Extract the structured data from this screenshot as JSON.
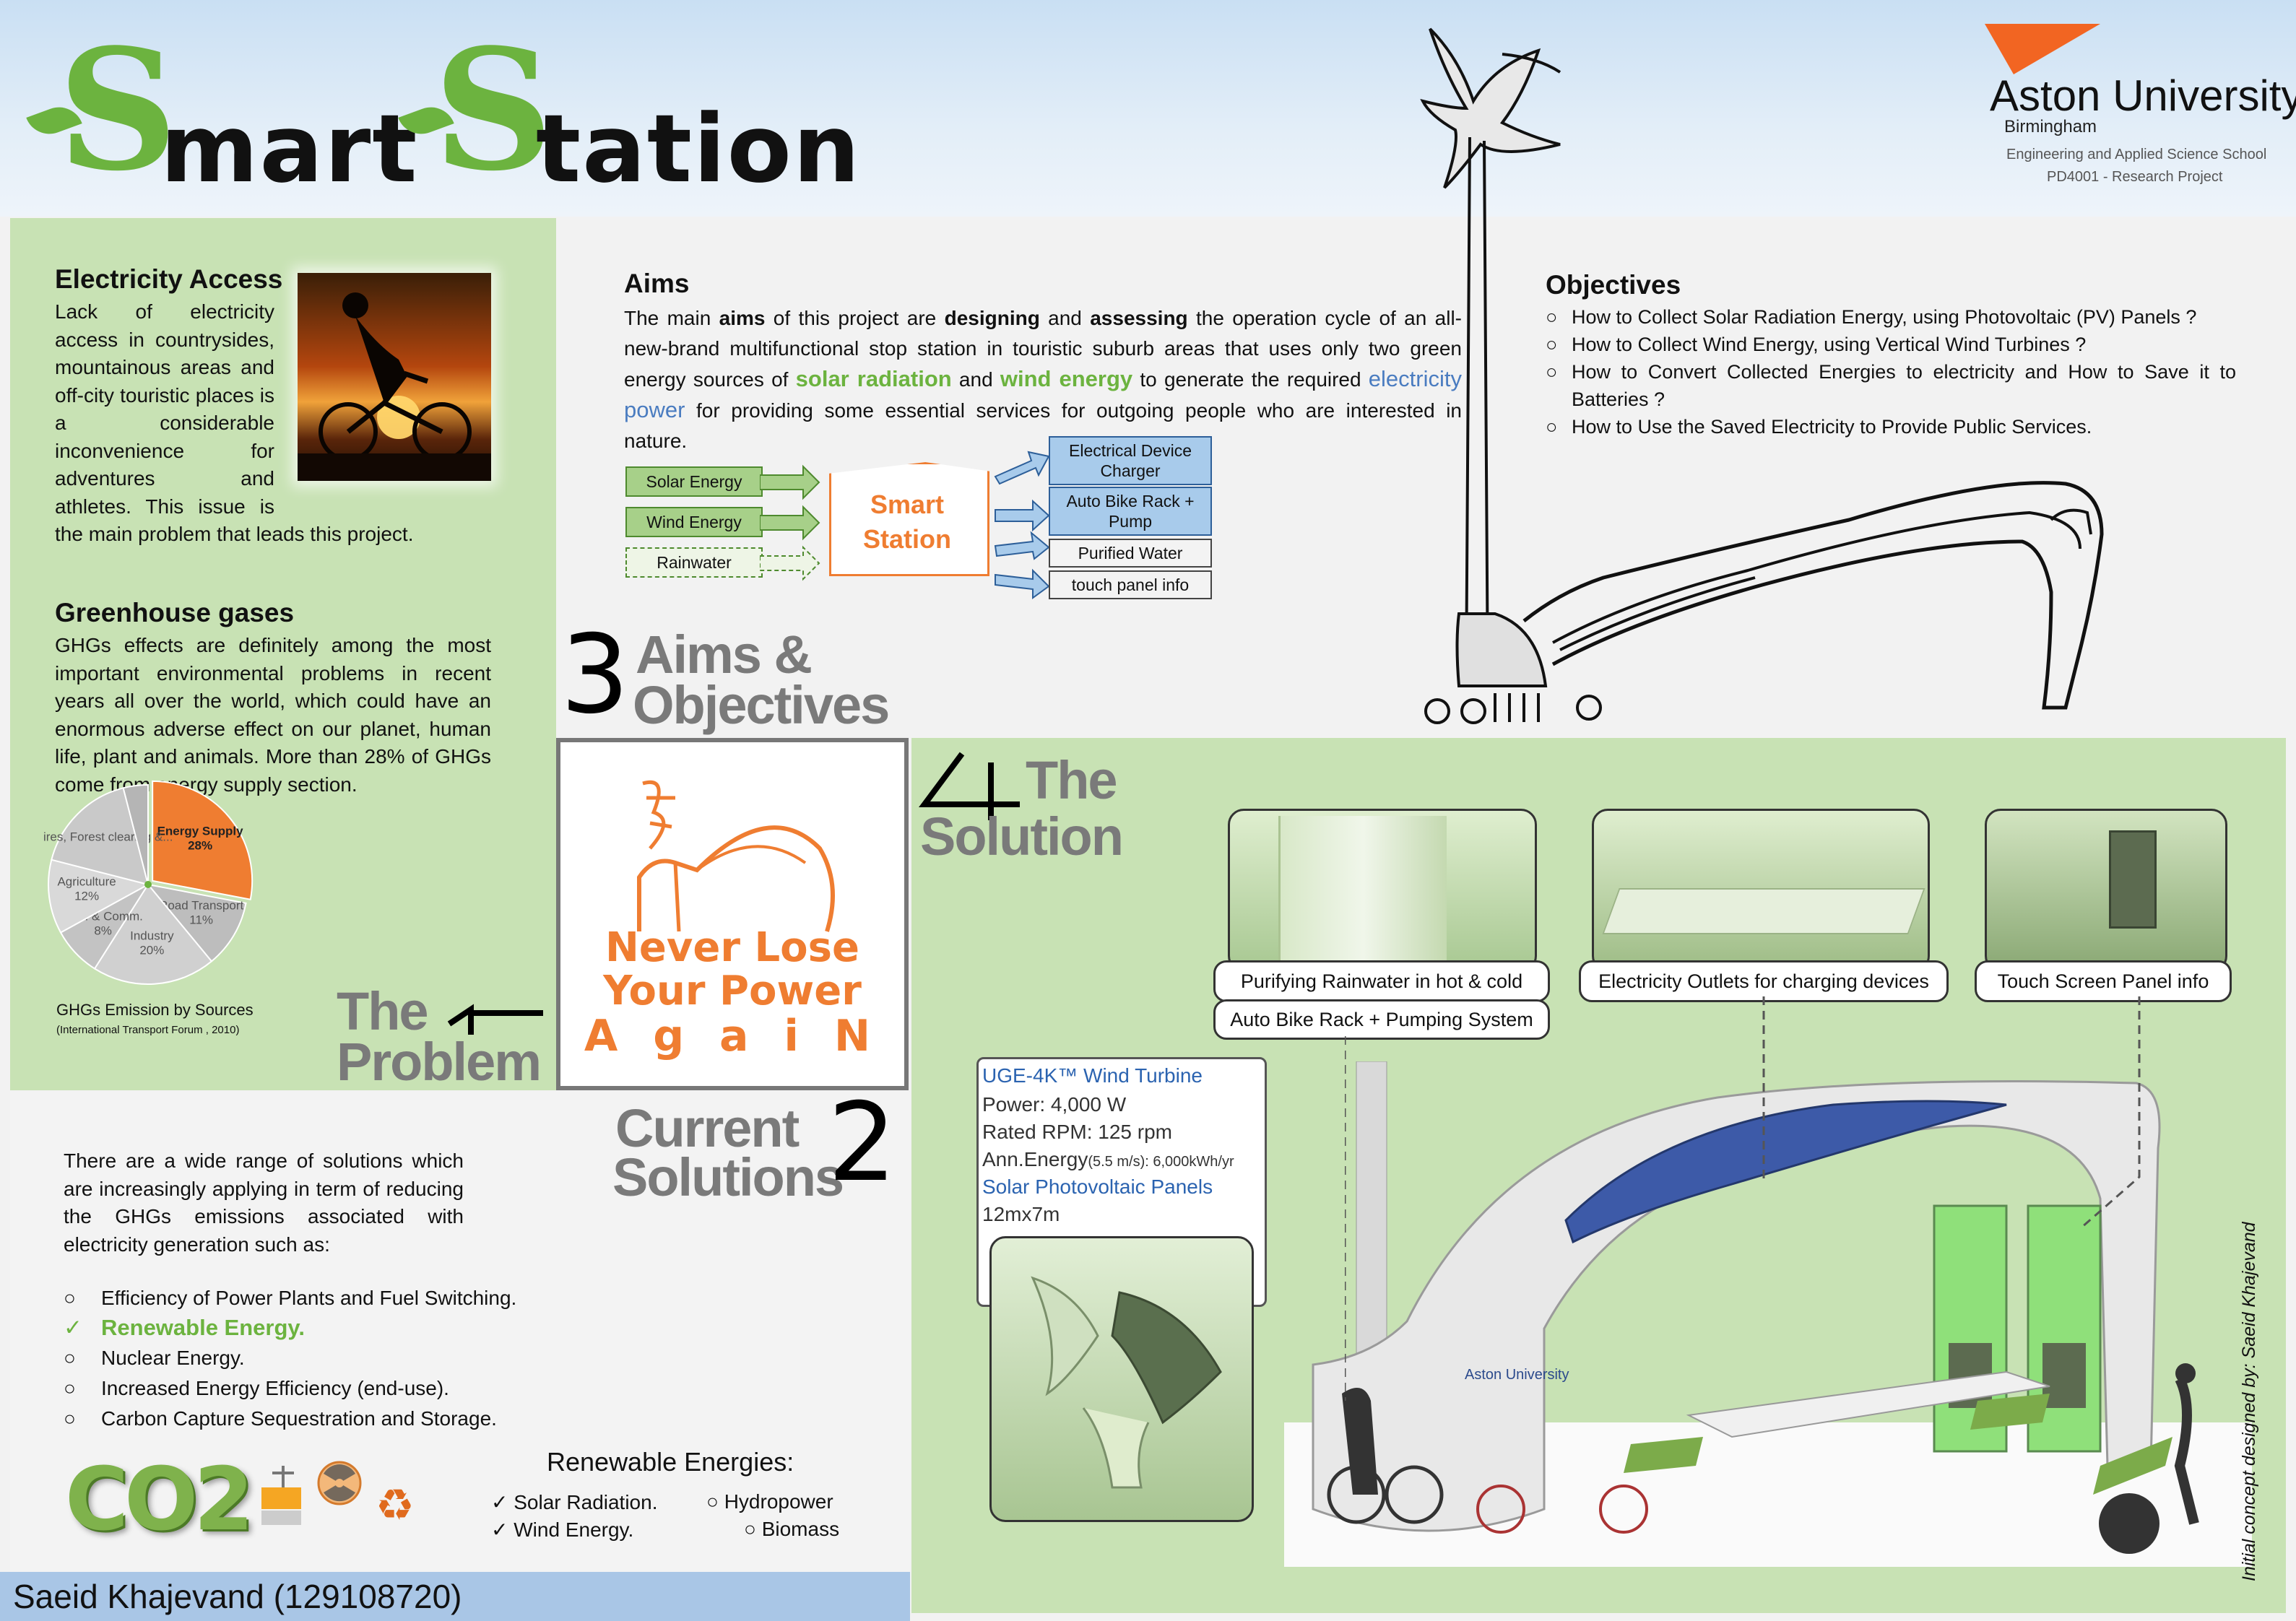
{
  "header": {
    "title_s1": "S",
    "title_rest1": "mart",
    "title_s2": "S",
    "title_rest2": "tation",
    "university": "Aston University",
    "city": "Birmingham",
    "school": "Engineering and Applied Science School",
    "course": "PD4001 - Research Project"
  },
  "problem": {
    "electricity_title": "Electricity Access",
    "electricity_text": "Lack of electricity access in countrysides, mountainous areas and off-city touristic places is a considerable inconvenience for adventures and athletes. This issue is the main problem that leads this project.",
    "ghg_title": "Greenhouse gases",
    "ghg_text": "GHGs effects are definitely among the most important environmental problems in recent years all over the world, which could have an enormous adverse effect on our planet, human life, plant and animals. More than 28% of GHGs come from energy supply section.",
    "label_line1": "The",
    "label_line2": "Problem",
    "number": "1"
  },
  "chart_data": {
    "type": "pie",
    "title": "GHGs Emission by Sources",
    "subtitle": "(International Transport Forum , 2010)",
    "slices": [
      {
        "label": "Energy Supply",
        "value": 28,
        "display": "28%",
        "color": "#ef7d31"
      },
      {
        "label": "Road Transport",
        "value": 11,
        "display": "11%",
        "color": "#bdbdbd"
      },
      {
        "label": "Industry",
        "value": 20,
        "display": "20%",
        "color": "#d0d0d0"
      },
      {
        "label": "Res. & Comm.",
        "value": 8,
        "display": "8%",
        "color": "#c3c3c3"
      },
      {
        "label": "Agriculture",
        "value": 12,
        "display": "12%",
        "color": "#d9d9d9"
      },
      {
        "label": "Fires, Forest clearing &...",
        "value": 17,
        "display": "",
        "color": "#c9c9c9"
      },
      {
        "label": "",
        "value": 4,
        "display": "",
        "color": "#b5b5b5"
      }
    ]
  },
  "logo_box": {
    "line1": "Never Lose",
    "line2": "Your Power",
    "line3": "A g a i N"
  },
  "current": {
    "label_line1": "Current",
    "label_line2": "Solutions",
    "number": "2",
    "intro": "There are a wide range of solutions which are increasingly applying in term of reducing the GHGs emissions associated with electricity generation such as:",
    "items": [
      {
        "mark": "○",
        "text": "Efficiency of Power Plants and Fuel Switching."
      },
      {
        "mark": "✓",
        "text": "Renewable Energy."
      },
      {
        "mark": "○",
        "text": "Nuclear Energy."
      },
      {
        "mark": "○",
        "text": "Increased Energy Efficiency (end-use)."
      },
      {
        "mark": "○",
        "text": "Carbon Capture Sequestration and Storage."
      }
    ],
    "renewable_title": "Renewable Energies:",
    "renewable_items": {
      "solar": "Solar Radiation.",
      "wind": "Wind Energy.",
      "hydro": "Hydropower",
      "biomass": "Biomass"
    },
    "co2_text": "CO2"
  },
  "aims": {
    "label_line1": "Aims &",
    "label_line2": "Objectives",
    "number": "3",
    "aims_title": "Aims",
    "aims_text": {
      "p1": "The main ",
      "b1": "aims",
      "p2": " of this project are ",
      "b2": "designing",
      "p3": " and ",
      "b3": "assessing",
      "p4": " the operation cycle of an all-new-brand multifunctional stop station in touristic suburb areas that uses only two green energy sources of ",
      "g1": "solar radiation",
      "p5": " and ",
      "g2": "wind energy",
      "p6": " to generate the required ",
      "bl1": "electricity power",
      "p7": " for providing some essential services for outgoing people who are interested in nature."
    },
    "flow_inputs": [
      "Solar Energy",
      "Wind Energy",
      "Rainwater"
    ],
    "flow_center_line1": "Smart",
    "flow_center_line2": "Station",
    "flow_outputs": [
      "Electrical Device Charger",
      "Auto Bike Rack + Pump",
      "Purified Water",
      "touch panel info"
    ],
    "objectives_title": "Objectives",
    "objectives": [
      "How to Collect Solar Radiation Energy, using Photovoltaic (PV) Panels ?",
      "How to Collect Wind Energy, using Vertical Wind Turbines ?",
      "How to Convert Collected Energies to electricity and How to Save it to Batteries ?",
      "How to Use the Saved Electricity to Provide Public Services."
    ]
  },
  "solution": {
    "label_line1": "The",
    "label_line2": "Solution",
    "number": "4",
    "features": [
      "Purifying Rainwater in hot & cold",
      "Auto Bike Rack + Pumping System",
      "Electricity Outlets for charging devices",
      "Touch Screen Panel info"
    ],
    "specs": {
      "turbine": "UGE-4K™ Wind Turbine",
      "power": "Power: 4,000 W",
      "rpm": "Rated RPM: 125 rpm",
      "energy_prefix": "Ann.Energy",
      "energy_small": "(5.5 m/s): 6,000kWh/yr",
      "panels": "Solar Photovoltaic Panels",
      "size": "12mx7m"
    },
    "station_brand": "Aston University",
    "credit": "Initial concept designed by: Saeid Khajevand"
  },
  "footer": {
    "author": "Saeid Khajevand (129108720)"
  },
  "colors": {
    "green": "#6cb33f",
    "orange": "#ef7d31",
    "blue_link": "#4a7cc0",
    "panel_green": "#c8e2b4",
    "header_blue": "#c9dff3"
  },
  "icons": [
    "leaf-icon",
    "cyclist-photo",
    "wind-turbine-icon",
    "radiation-icon",
    "recycle-icon",
    "check-icon"
  ]
}
